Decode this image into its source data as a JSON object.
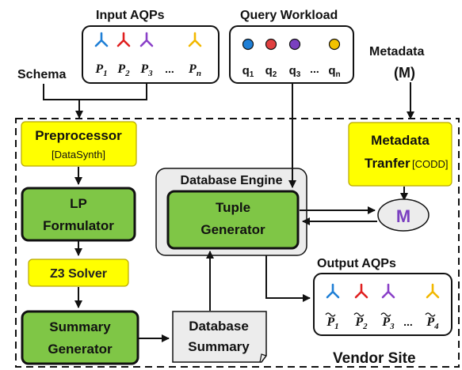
{
  "labels": {
    "input_aqps": "Input AQPs",
    "query_workload": "Query Workload",
    "metadata": "Metadata",
    "metadata_symbol": "(M)",
    "schema": "Schema",
    "preprocessor": "Preprocessor",
    "datasynth": "[DataSynth]",
    "metadata_transfer_line1": "Metadata",
    "metadata_transfer_line2": "Tranfer",
    "codd": "[CODD]",
    "database_engine": "Database Engine",
    "lp_line1": "LP",
    "lp_line2": "Formulator",
    "tuple_line1": "Tuple",
    "tuple_line2": "Generator",
    "m_node": "M",
    "z3": "Z3 Solver",
    "output_aqps": "Output AQPs",
    "summary_line1": "Summary",
    "summary_line2": "Generator",
    "dbsummary_line1": "Database",
    "dbsummary_line2": "Summary",
    "vendor_site": "Vendor Site"
  },
  "input_plans": [
    {
      "label": "P",
      "sub": "1",
      "color": "#1f7fd6"
    },
    {
      "label": "P",
      "sub": "2",
      "color": "#e02020"
    },
    {
      "label": "P",
      "sub": "3",
      "color": "#8a40c8"
    },
    {
      "label": "P",
      "sub": "n",
      "color": "#f2b800"
    }
  ],
  "input_ellipsis": "...",
  "queries": [
    {
      "label": "q",
      "sub": "1",
      "color": "#1f7fd6"
    },
    {
      "label": "q",
      "sub": "2",
      "color": "#e04040"
    },
    {
      "label": "q",
      "sub": "3",
      "color": "#7a40c0"
    },
    {
      "label": "q",
      "sub": "n",
      "color": "#f2c200"
    }
  ],
  "query_ellipsis": "...",
  "output_plans": [
    {
      "label": "P",
      "sub": "1",
      "color": "#1f7fd6"
    },
    {
      "label": "P",
      "sub": "2",
      "color": "#e02020"
    },
    {
      "label": "P",
      "sub": "3",
      "color": "#8a40c8"
    },
    {
      "label": "P",
      "sub": "4",
      "color": "#f2b800"
    }
  ],
  "output_ellipsis": "...",
  "colors": {
    "metadata_m": "#7a3fc0",
    "yellow_box": "#ffff00",
    "green_box": "#7fc646"
  }
}
